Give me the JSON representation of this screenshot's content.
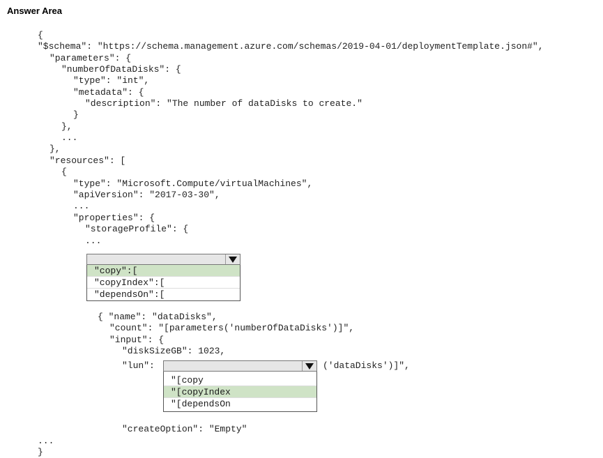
{
  "heading": "Answer Area",
  "code_lines": {
    "l1": "{",
    "l2": "\"$schema\": \"https://schema.management.azure.com/schemas/2019-04-01/deploymentTemplate.json#\",",
    "l3": "\"parameters\": {",
    "l4": "\"numberOfDataDisks\": {",
    "l5": "\"type\": \"int\",",
    "l6": "\"metadata\": {",
    "l7": "\"description\": \"The number of dataDisks to create.\"",
    "l8": "}",
    "l9": "},",
    "l10": "...",
    "l11": "},",
    "l12": "\"resources\": [",
    "l13": "{",
    "l14": "\"type\": \"Microsoft.Compute/virtualMachines\",",
    "l15": "\"apiVersion\": \"2017-03-30\",",
    "l16": "...",
    "l17": "\"properties\": {",
    "l18": "\"storageProfile\": {",
    "l19": "...",
    "l20": "{ \"name\": \"dataDisks\",",
    "l21": "\"count\": \"[parameters('numberOfDataDisks')]\",",
    "l22": "\"input\": {",
    "l23": "\"diskSizeGB\": 1023,",
    "l24": "\"lun\":",
    "l24b": "('dataDisks')]\",",
    "l25": "\"createOption\": \"Empty\"",
    "l26": "...",
    "l27": "}"
  },
  "dropdown1": {
    "options": [
      "\"copy\":[",
      "\"copyIndex\":[",
      "\"dependsOn\":["
    ],
    "selected_index": 0
  },
  "dropdown2": {
    "options": [
      "\"[copy",
      "\"[copyIndex",
      "\"[dependsOn"
    ],
    "selected_index": 1
  },
  "colors": {
    "selected_option": "#cfe3c6",
    "dropdown_bar": "#e6e6e6"
  },
  "icons": {
    "dropdown_arrow": "triangle-down-icon"
  }
}
